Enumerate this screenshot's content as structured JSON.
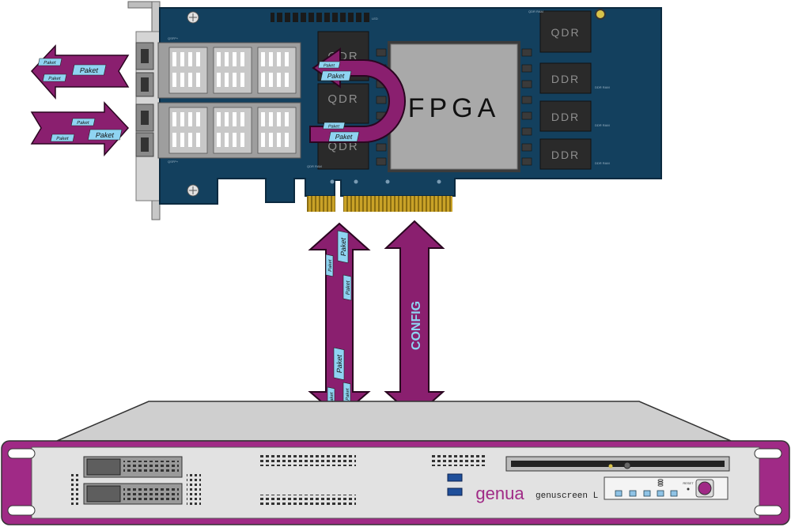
{
  "card": {
    "fpga_label": "FPGA",
    "qdr_label": "QDR",
    "ddr_label": "DDR",
    "led_label": "LED",
    "qsfp_label": "QSFP+",
    "small_ram_label": "QDR RAM",
    "small_ddr_label": "DDR RAM"
  },
  "packet_label": "Paket",
  "config_label": "CONFIG",
  "appliance": {
    "brand": "genua",
    "model": "genuscreen L",
    "reset_label": "RESET"
  },
  "colors": {
    "pcb": "#13405e",
    "arrow": "#8a1f6f",
    "packet": "#8fd4f2",
    "frame_magenta": "#a02a86",
    "chassis": "#cfcfcf"
  }
}
